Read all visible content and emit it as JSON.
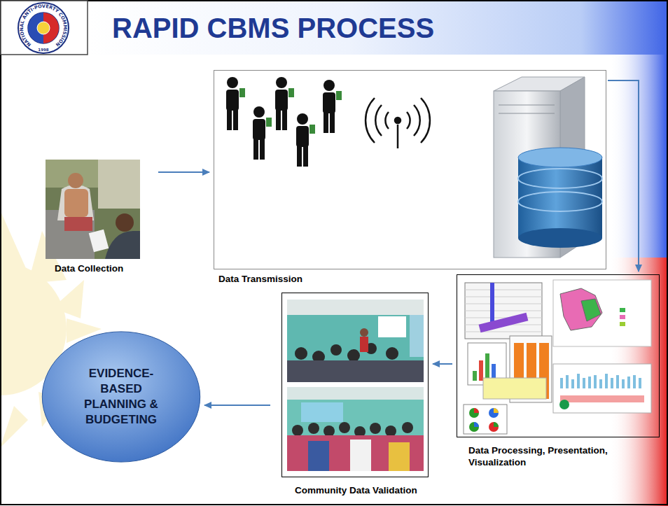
{
  "diagram": {
    "title": "RAPID CBMS PROCESS",
    "nodes": [
      {
        "text": [
          "Data Collection"
        ]
      },
      {
        "text": [
          "Data Transmission"
        ]
      },
      {
        "text": [
          "Data Processing, Presentation, Visualization"
        ]
      },
      {
        "text": [
          "Community Data Validation"
        ]
      },
      {
        "text": [
          "EVIDENCE-BASED PLANNING & BUDGETING"
        ]
      }
    ],
    "edges": [
      {
        "from": 0,
        "to": 1,
        "arrow": "to"
      },
      {
        "from": 1,
        "to": 2,
        "arrow": "to"
      },
      {
        "from": 2,
        "to": 3,
        "arrow": "to"
      },
      {
        "from": 3,
        "to": 4,
        "arrow": "to"
      }
    ],
    "labels": [
      "NATIONAL ANTI-POVERTY COMMISSION",
      "1998"
    ]
  }
}
